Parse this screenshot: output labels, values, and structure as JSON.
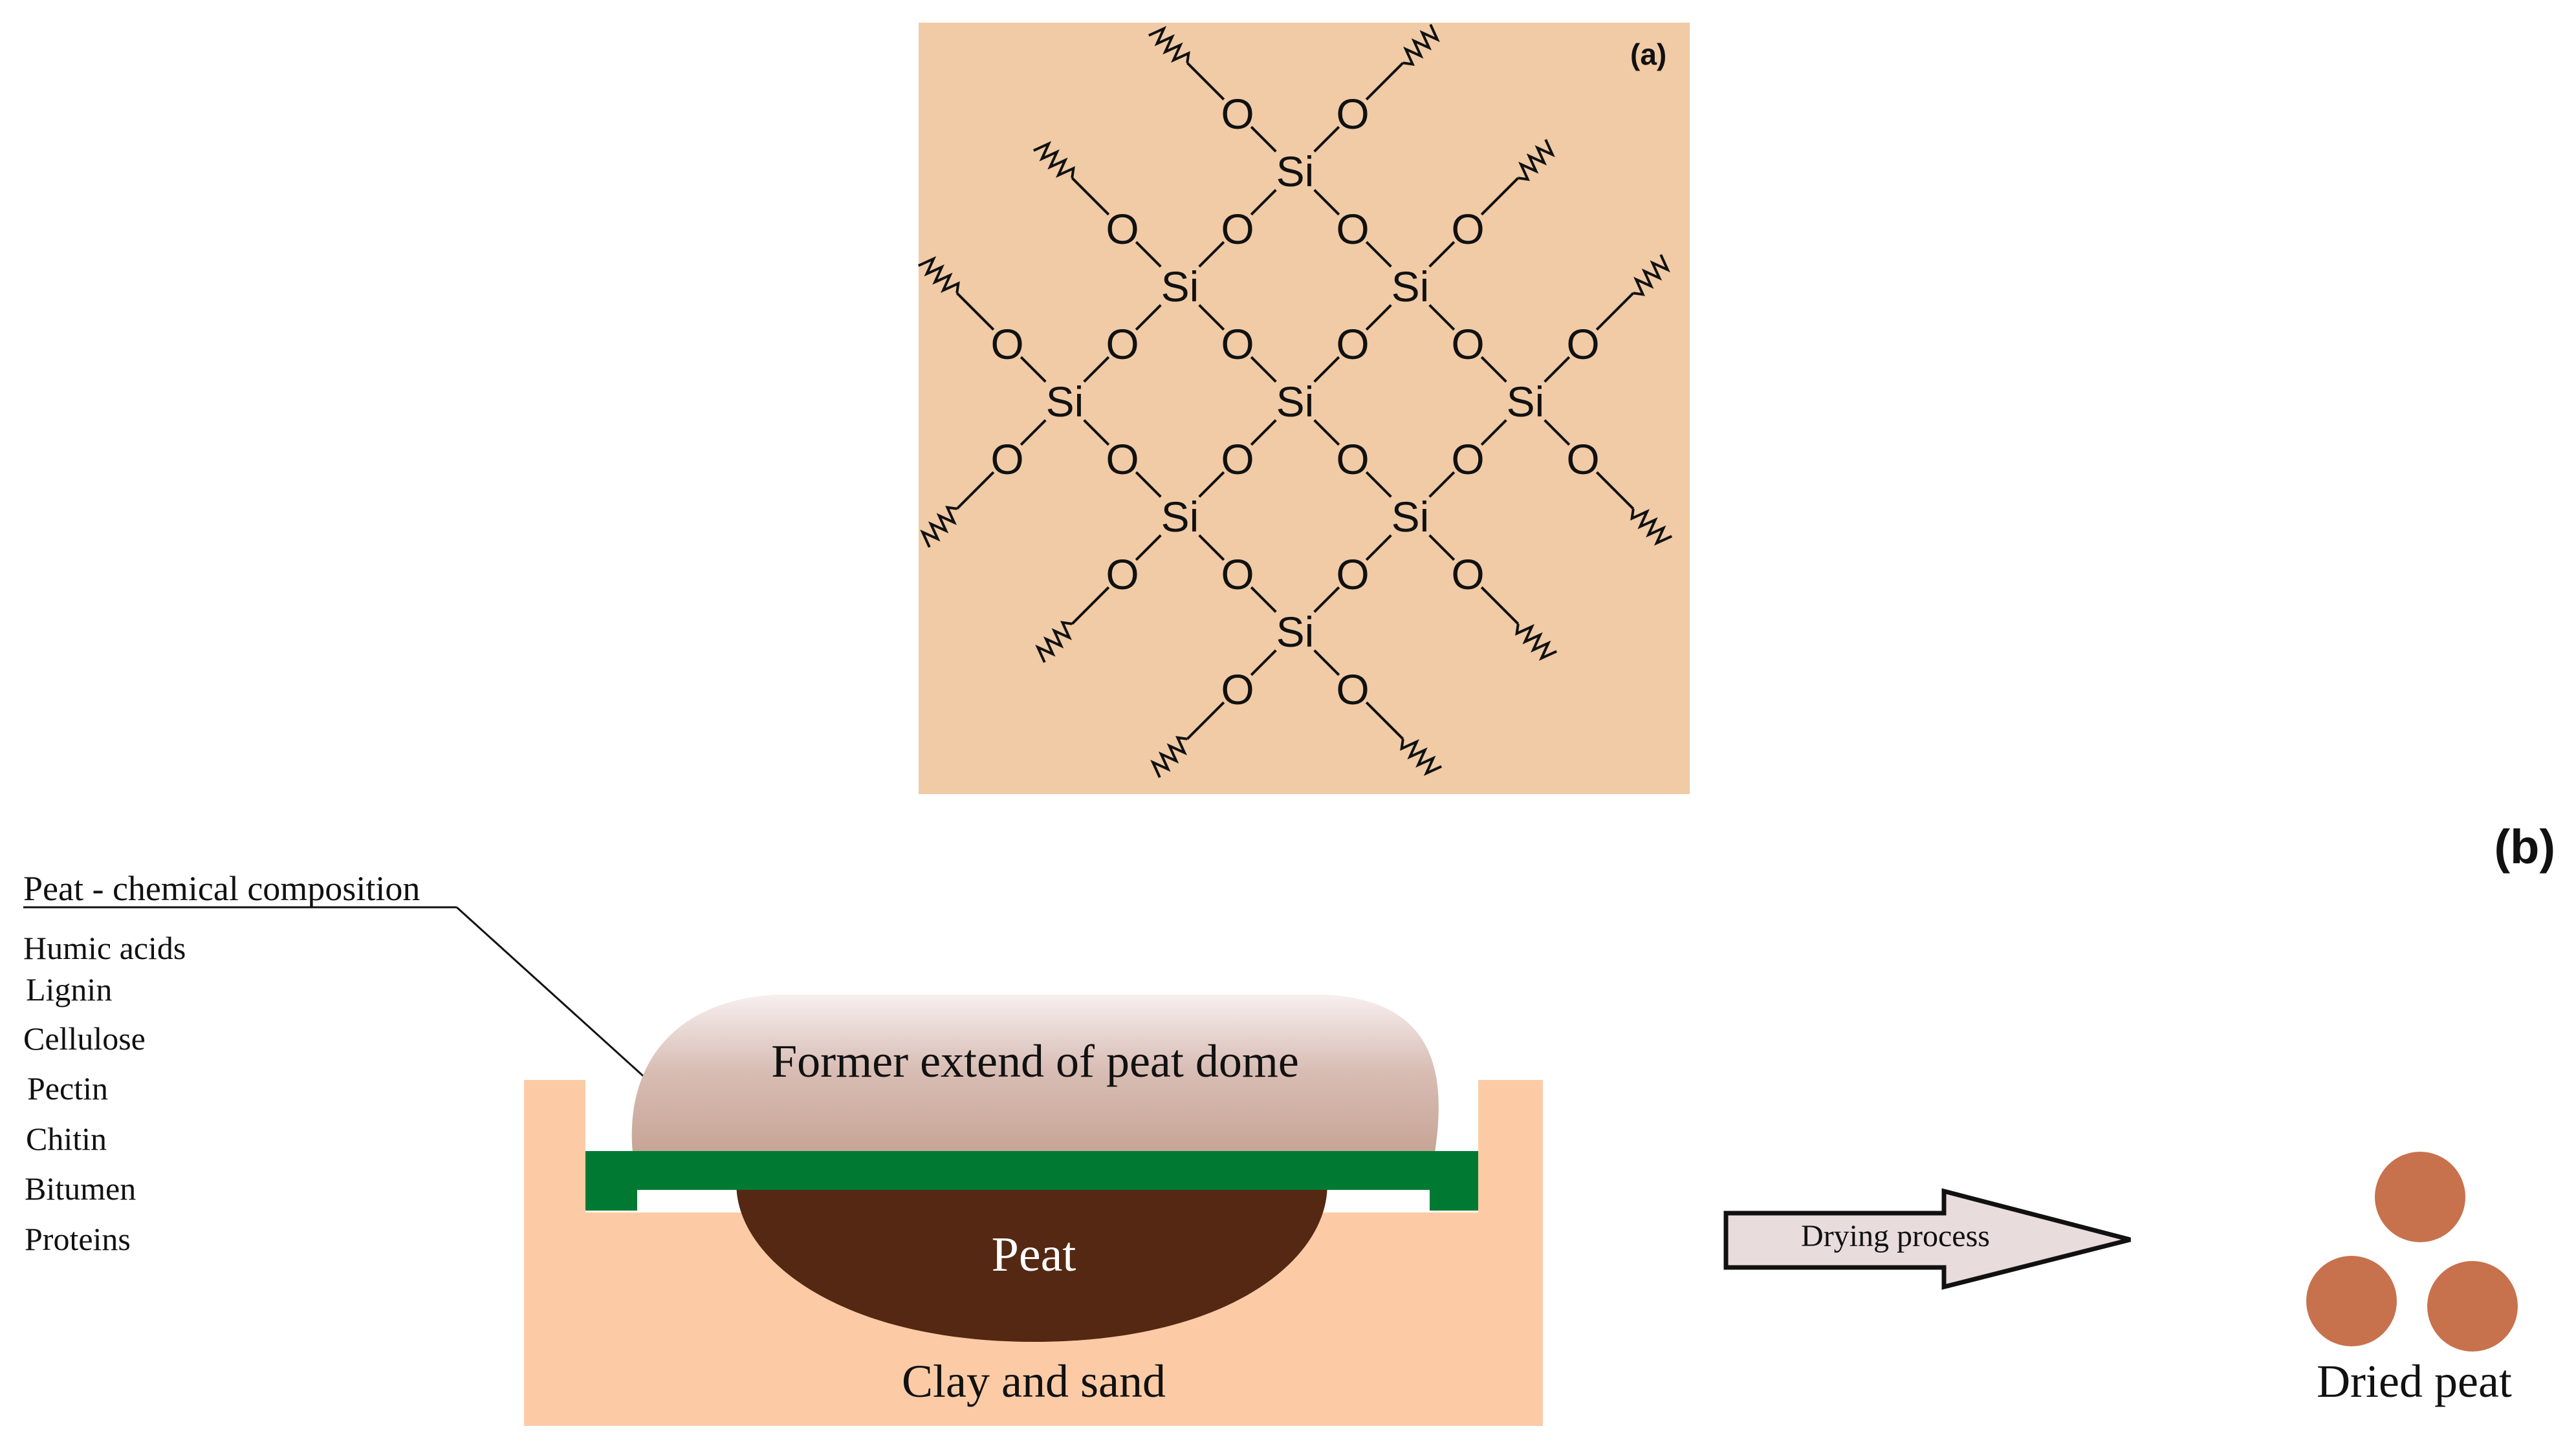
{
  "panel_a": {
    "label": "(a)",
    "background": "#F0CBA6",
    "si_label": "Si",
    "o_label": "O"
  },
  "panel_b": {
    "label": "(b)",
    "composition_title": "Peat - chemical composition",
    "composition_items": [
      "Humic acids",
      "Lignin",
      "Cellulose",
      "Pectin",
      "Chitin",
      "Bitumen",
      "Proteins"
    ],
    "dome_label": "Former extend of peat dome",
    "peat_label": "Peat",
    "ground_label": "Clay and sand",
    "arrow_label": "Drying process",
    "dried_label": "Dried peat",
    "colors": {
      "ground": "#FCCBA6",
      "dome": "#C4A191",
      "peat": "#542812",
      "vegetation": "#007A33",
      "dried_peat": "#C8714D",
      "arrow_fill": "#E9DCDC"
    }
  }
}
